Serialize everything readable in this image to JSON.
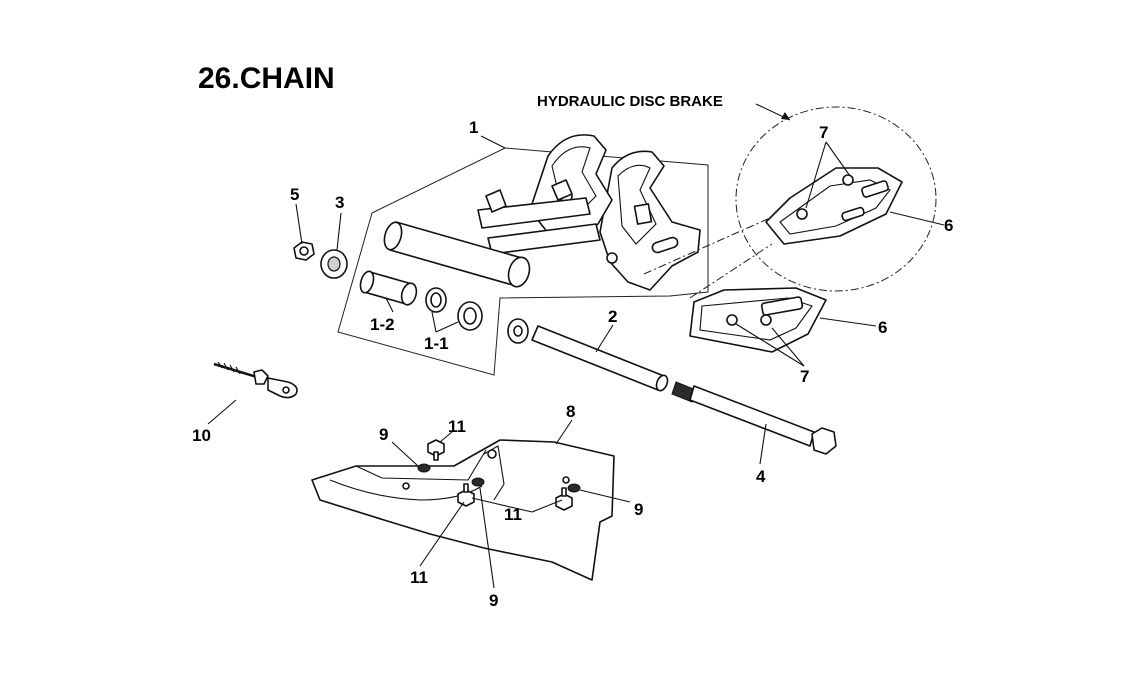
{
  "title": "26.CHAIN",
  "inset_label": "HYDRAULIC DISC BRAKE",
  "callouts": {
    "swingarm": "1",
    "bushing_1_1": "1-1",
    "bushing_1_2": "1-2",
    "pivot_shaft": "2",
    "washer": "3",
    "pivot_bolt": "4",
    "nut": "5",
    "chain_slider_main": "6",
    "chain_slider_inset": "6",
    "screws_main": "7",
    "screws_inset": "7",
    "chain_guard": "8",
    "o_ring_left": "9",
    "o_ring_center": "9",
    "o_ring_right": "9",
    "adjuster_bolt": "10",
    "bolt_top": "11",
    "bolt_bottom": "11",
    "bolt_right": "11"
  }
}
